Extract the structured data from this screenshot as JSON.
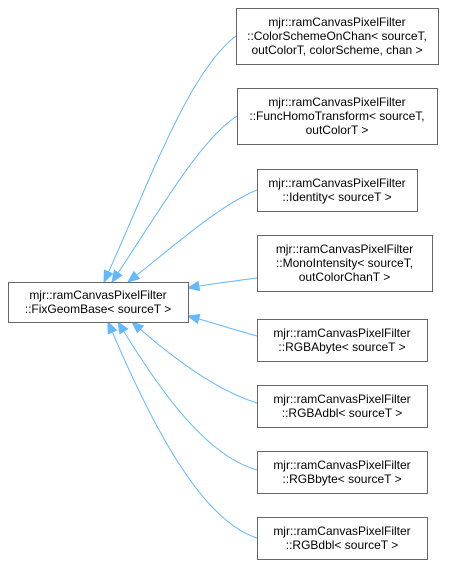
{
  "base": {
    "lines": [
      "mjr::ramCanvasPixelFilter",
      "::FixGeomBase< sourceT >"
    ]
  },
  "derived": [
    {
      "id": "color-scheme-on-chan",
      "lines": [
        "mjr::ramCanvasPixelFilter",
        "::ColorSchemeOnChan< sourceT,",
        "outColorT, colorScheme, chan >"
      ]
    },
    {
      "id": "func-homo-transform",
      "lines": [
        "mjr::ramCanvasPixelFilter",
        "::FuncHomoTransform< sourceT,",
        "outColorT >"
      ]
    },
    {
      "id": "identity",
      "lines": [
        "mjr::ramCanvasPixelFilter",
        "::Identity< sourceT >"
      ]
    },
    {
      "id": "mono-intensity",
      "lines": [
        "mjr::ramCanvasPixelFilter",
        "::MonoIntensity< sourceT,",
        "outColorChanT >"
      ]
    },
    {
      "id": "rgba-byte",
      "lines": [
        "mjr::ramCanvasPixelFilter",
        "::RGBAbyte< sourceT >"
      ]
    },
    {
      "id": "rgba-dbl",
      "lines": [
        "mjr::ramCanvasPixelFilter",
        "::RGBAdbl< sourceT >"
      ]
    },
    {
      "id": "rgb-byte",
      "lines": [
        "mjr::ramCanvasPixelFilter",
        "::RGBbyte< sourceT >"
      ]
    },
    {
      "id": "rgb-dbl",
      "lines": [
        "mjr::ramCanvasPixelFilter",
        "::RGBdbl< sourceT >"
      ]
    }
  ],
  "colors": {
    "edge": "#63B8FF",
    "node_border": "#666666",
    "text": "#000000"
  }
}
